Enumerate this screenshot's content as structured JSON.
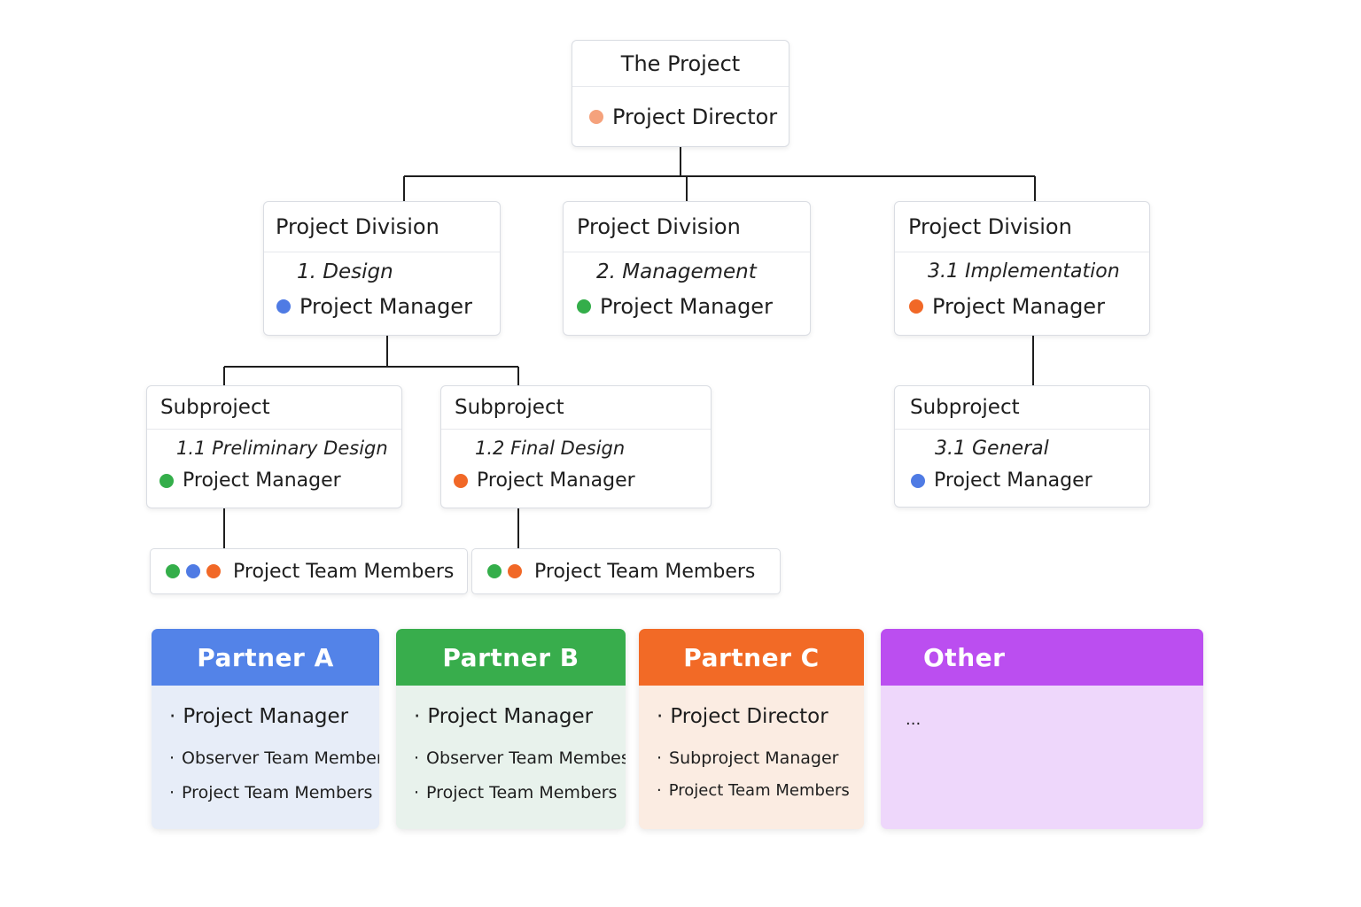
{
  "colors": {
    "orange_light": "#f5a27c",
    "blue": "#4f7be4",
    "green": "#34ae4a",
    "orange": "#f16827",
    "purple": "#bb4ef0"
  },
  "root": {
    "title": "The Project",
    "role": "Project Director",
    "dot": "orange_light"
  },
  "divisions": [
    {
      "title": "Project Division",
      "subtitle": "1. Design",
      "role": "Project Manager",
      "dot": "blue"
    },
    {
      "title": "Project Division",
      "subtitle": "2. Management",
      "role": "Project Manager",
      "dot": "green"
    },
    {
      "title": "Project Division",
      "subtitle": "3.1 Implementation",
      "role": "Project Manager",
      "dot": "orange"
    }
  ],
  "subprojects": [
    {
      "title": "Subproject",
      "subtitle": "1.1 Preliminary Design",
      "role": "Project Manager",
      "dot": "green"
    },
    {
      "title": "Subproject",
      "subtitle": "1.2 Final Design",
      "role": "Project Manager",
      "dot": "orange"
    },
    {
      "title": "Subproject",
      "subtitle": "3.1 General",
      "role": "Project Manager",
      "dot": "blue"
    }
  ],
  "teams": [
    {
      "label": "Project Team Members",
      "dots": [
        "green",
        "blue",
        "orange"
      ]
    },
    {
      "label": "Project Team Members",
      "dots": [
        "green",
        "orange"
      ]
    }
  ],
  "partners": [
    {
      "name": "Partner A",
      "header_color": "#5383e8",
      "body_color": "#e7edf8",
      "items": [
        "Project Manager",
        "Observer Team Members",
        "Project Team Members"
      ]
    },
    {
      "name": "Partner B",
      "header_color": "#38ad4c",
      "body_color": "#e8f2ec",
      "items": [
        "Project Manager",
        "Observer Team Membes",
        "Project Team Members"
      ]
    },
    {
      "name": "Partner C",
      "header_color": "#f26a26",
      "body_color": "#fbece2",
      "items": [
        "Project Director",
        "Subproject Manager",
        "Project Team Members"
      ]
    },
    {
      "name": "Other",
      "header_color": "#bb4ef0",
      "body_color": "#eed7fb",
      "items": [
        "..."
      ]
    }
  ]
}
